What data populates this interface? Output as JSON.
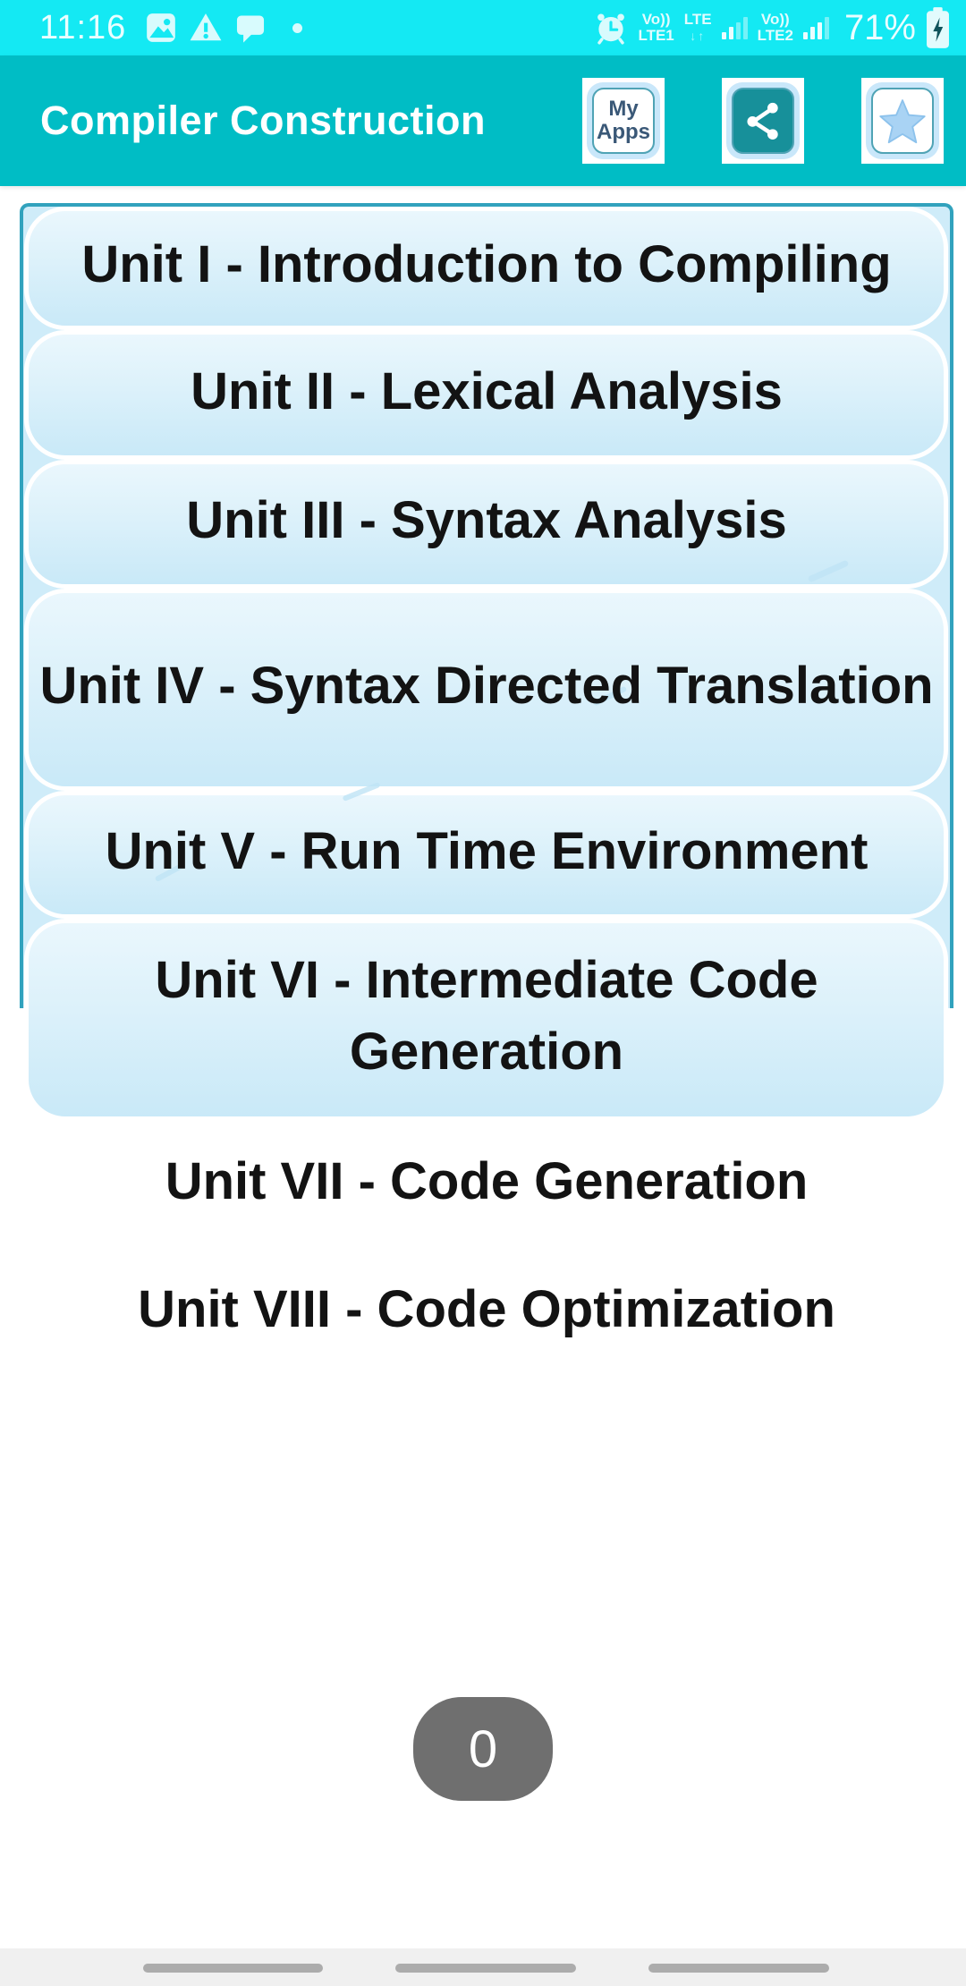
{
  "status_bar": {
    "time": "11:16",
    "sim1": {
      "top": "Vo))",
      "bottom": "LTE1"
    },
    "net": {
      "top": "LTE",
      "arrows": "↓↑"
    },
    "sim2": {
      "top": "Vo))",
      "bottom": "LTE2"
    },
    "battery_percent": "71%",
    "icons": [
      "image-icon",
      "warning-icon",
      "message-icon",
      "notification-dot-icon",
      "alarm-icon",
      "signal-bars-icon",
      "battery-charging-icon"
    ]
  },
  "app_bar": {
    "title": "Compiler Construction",
    "my_apps_button": {
      "line1": "My",
      "line2": "Apps"
    },
    "icons": [
      "share-icon",
      "star-icon"
    ]
  },
  "unit_list": {
    "items": [
      "Unit I - Introduction to Compiling",
      "Unit II - Lexical Analysis",
      "Unit III - Syntax Analysis",
      "Unit IV - Syntax Directed Translation",
      "Unit V - Run Time Environment",
      "Unit VI - Intermediate Code Generation",
      "Unit VII - Code Generation",
      "Unit VIII - Code Optimization"
    ]
  },
  "ad_badge": {
    "value": "0"
  },
  "colors": {
    "status_bar_bg": "#14E9F3",
    "app_bar_bg": "#00BDC5",
    "list_border_teal": "#31A2BD",
    "bubble_blue": "#C9E9F8",
    "share_box_teal": "#17909A",
    "star_blue": "#A9D3F4",
    "badge_gray": "#6F6F6F",
    "nav_dash_gray": "#ACACAC"
  }
}
